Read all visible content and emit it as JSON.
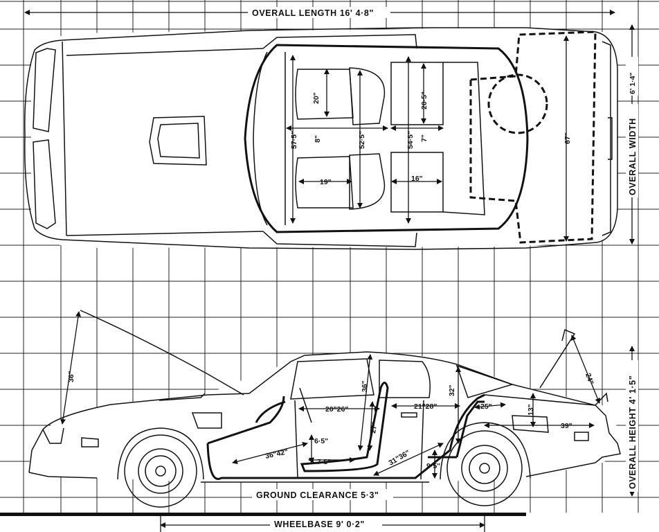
{
  "title_dims": {
    "overall_length": "OVERALL LENGTH 16' 4·8\"",
    "overall_width": "OVERALL WIDTH",
    "width_value": "6' 1·4\"",
    "overall_height": "OVERALL HEIGHT 4' 1·5\"",
    "ground_clearance": "GROUND CLEARANCE 5·3\"",
    "wheelbase": "WHEELBASE 9' 0·2\""
  },
  "top_view_dims": {
    "front_seat_length": "20\"",
    "front_seat_width": "19\"",
    "rear_seat_length": "20·5\"",
    "rear_seat_width": "16\"",
    "shoulder_front": "57·5\"",
    "between_seats": "8\"",
    "shoulder_mid": "52·5\"",
    "shoulder_rear": "54·5\"",
    "tunnel": "7\"",
    "cargo_width": "67\""
  },
  "side_view_dims": {
    "hood_open": "36\"",
    "headroom": "36\"",
    "legroom_front": "20\"26\"",
    "seat_back": "27\"",
    "seat_cushion_height": "6·5\"",
    "seat_depth": "7·5\"",
    "pedal_to_seat": "36\"42\"",
    "rear_legroom": "21\"28\"",
    "rear_headroom": "32\"",
    "rear_floor": "31\"36\"",
    "rear_seat_height": "9·5\"",
    "trunk_depth": "25\"",
    "trunk_height": "13\"",
    "trunk_length": "39\"",
    "hatch_open": "24\""
  }
}
